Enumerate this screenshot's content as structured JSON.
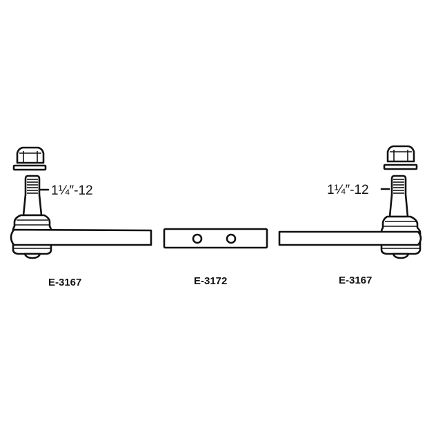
{
  "diagram": {
    "type": "tie rod assembly exploded view",
    "colors": {
      "line": "#111111",
      "background": "#ffffff"
    },
    "parts": [
      {
        "id": "left-tie-rod-end",
        "part_number": "E-3167",
        "thread_spec": "1¼″-12"
      },
      {
        "id": "adjusting-sleeve",
        "part_number": "E-3172"
      },
      {
        "id": "right-tie-rod-end",
        "part_number": "E-3167",
        "thread_spec": "1¼″-12"
      }
    ]
  },
  "labels": {
    "left_part": "E-3167",
    "middle_part": "E-3172",
    "right_part": "E-3167",
    "left_thread": "1¼″-12",
    "right_thread": "1¼″-12"
  }
}
